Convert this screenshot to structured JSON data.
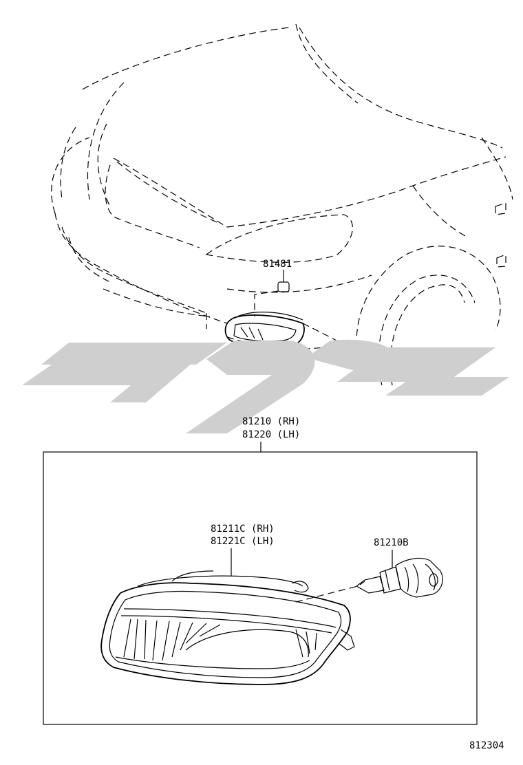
{
  "diagram_id": "812304",
  "colors": {
    "line": "#000000",
    "watermark": "#cfcfcf",
    "background": "#ffffff"
  },
  "parts": {
    "bulb_socket": "81481",
    "fog_lamp_assy_rh": "81210 (RH)",
    "fog_lamp_assy_lh": "81220 (LH)",
    "lens_rh": "81211C (RH)",
    "lens_lh": "81221C (LH)",
    "bulb": "81210B"
  }
}
